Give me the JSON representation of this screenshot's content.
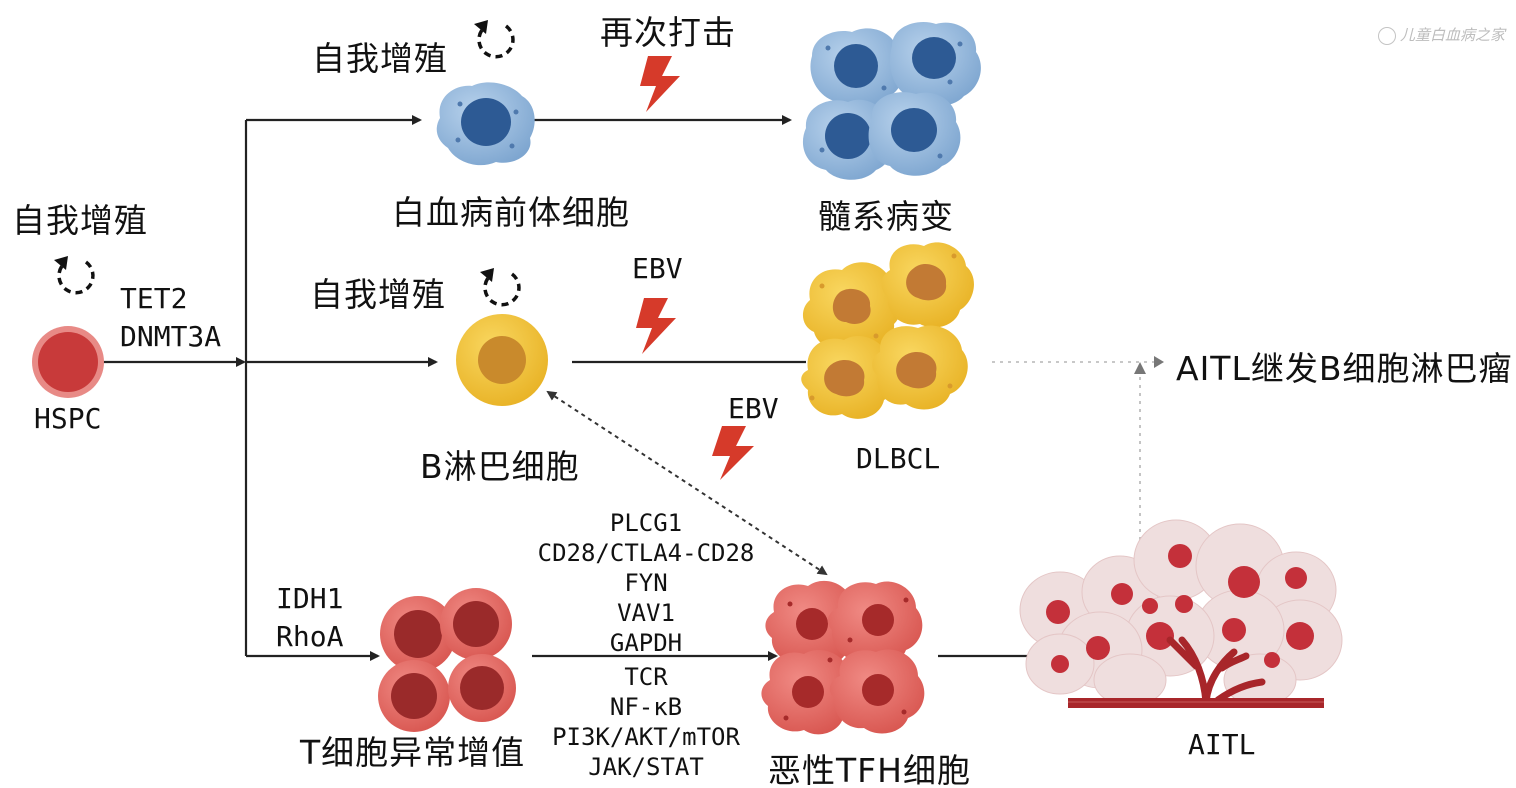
{
  "labels": {
    "self_renewal": "自我增殖",
    "strike_again": "再次打击",
    "leukemia_precursor": "白血病前体细胞",
    "myeloid_lesion": "髓系病变",
    "hspc": "HSPC",
    "tet2": "TET2",
    "dnmt3a": "DNMT3A",
    "ebv": "EBV",
    "b_lymphocyte": "B淋巴细胞",
    "dlbcl": "DLBCL",
    "aitl_secondary": "AITL继发B细胞淋巴瘤",
    "idh1": "IDH1",
    "rhoa": "RhoA",
    "t_abnormal": "T细胞异常增值",
    "malignant_tfh": "恶性TFH细胞",
    "aitl": "AITL"
  },
  "genes_top": [
    "PLCG1",
    "CD28/CTLA4-CD28",
    "FYN",
    "VAV1",
    "GAPDH"
  ],
  "genes_bottom": [
    "TCR",
    "NF-κB",
    "PI3K/AKT/mTOR",
    "JAK/STAT"
  ],
  "watermark": "儿童白血病之家",
  "icons": [
    "cycle-arrow-icon",
    "lightning-icon"
  ],
  "colors": {
    "hspc": "#c83a3a",
    "precursor": "#8fb6da",
    "precursor_nucleus": "#2d5a94",
    "b_cell": "#f2c43a",
    "b_nucleus": "#c98a2c",
    "t_cell": "#e06a64",
    "t_nucleus": "#9a2a2a",
    "lightning": "#d63a2a",
    "aitl_cell": "#e8c8c8",
    "aitl_nucleus": "#c4303a",
    "arrow": "#222222"
  }
}
